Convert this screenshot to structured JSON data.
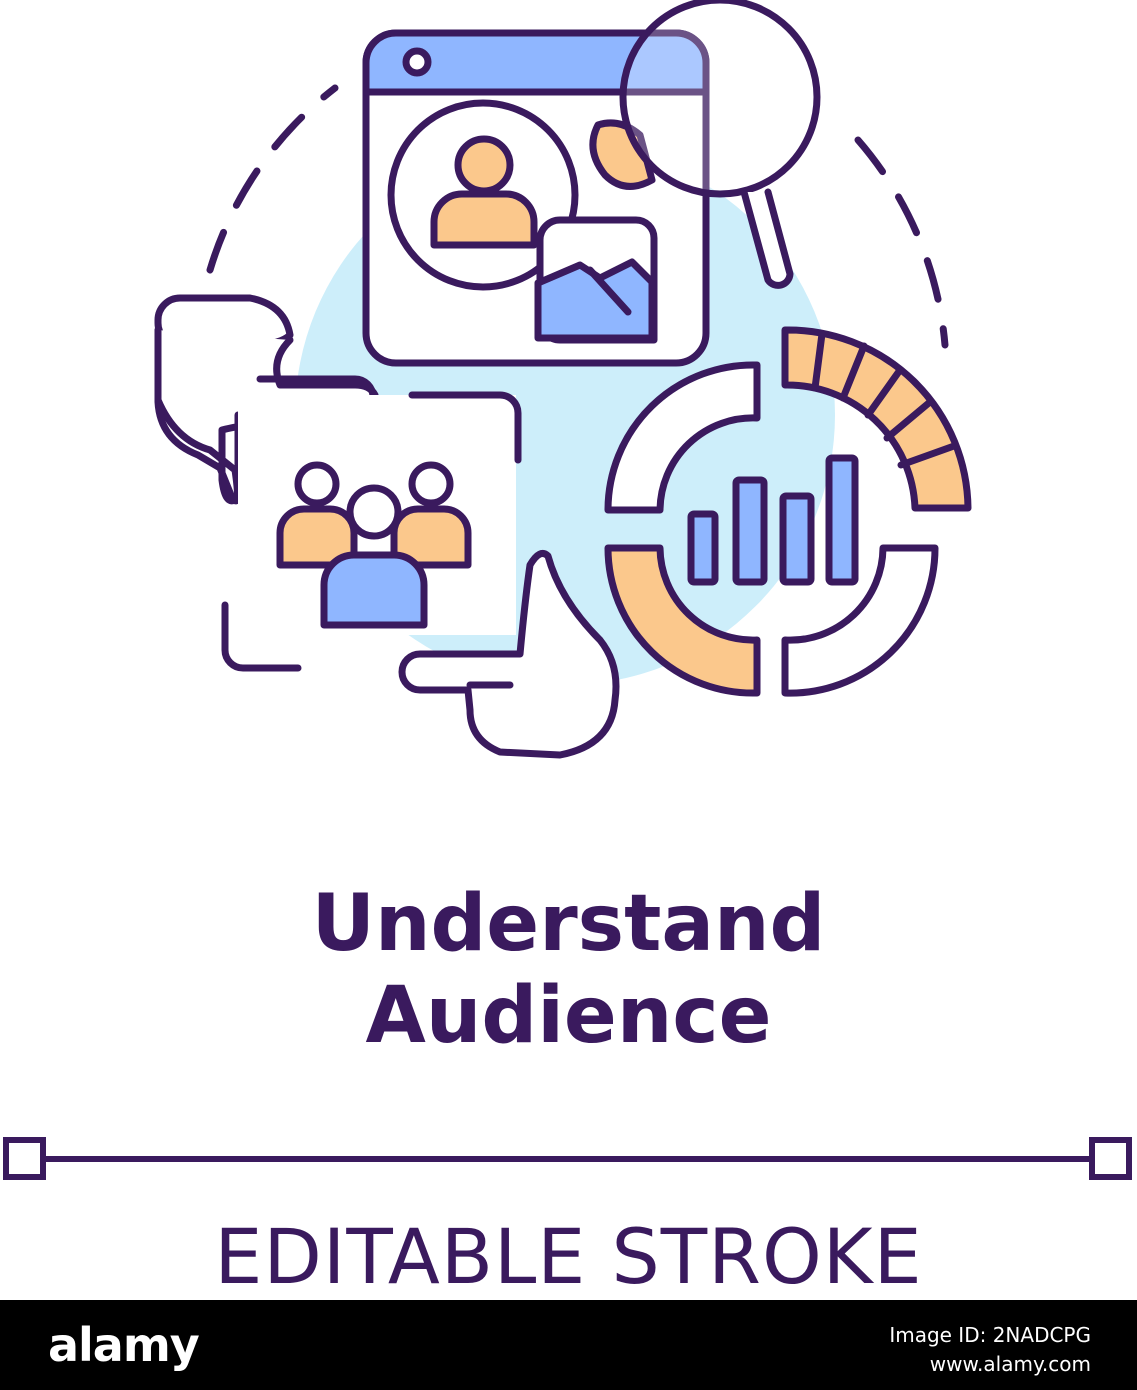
{
  "title": {
    "line1": "Understand",
    "line2": "Audience"
  },
  "stroke_label": "EDITABLE STROKE",
  "footer": {
    "brand": "alamy",
    "image_id": "Image ID: 2NADCPG",
    "site": "www.alamy.com"
  },
  "colors": {
    "outline": "#3a1a5e",
    "light_blue": "#cdeefa",
    "blue": "#8fb6ff",
    "orange": "#fbc88c",
    "background": "#ffffff",
    "footer_bg": "#000000"
  },
  "icons": [
    "browser-window-icon",
    "user-avatar-icon",
    "image-placeholder-icon",
    "magnifier-icon",
    "hand-frame-icon",
    "group-people-icon",
    "donut-chart-icon",
    "bar-chart-icon"
  ]
}
